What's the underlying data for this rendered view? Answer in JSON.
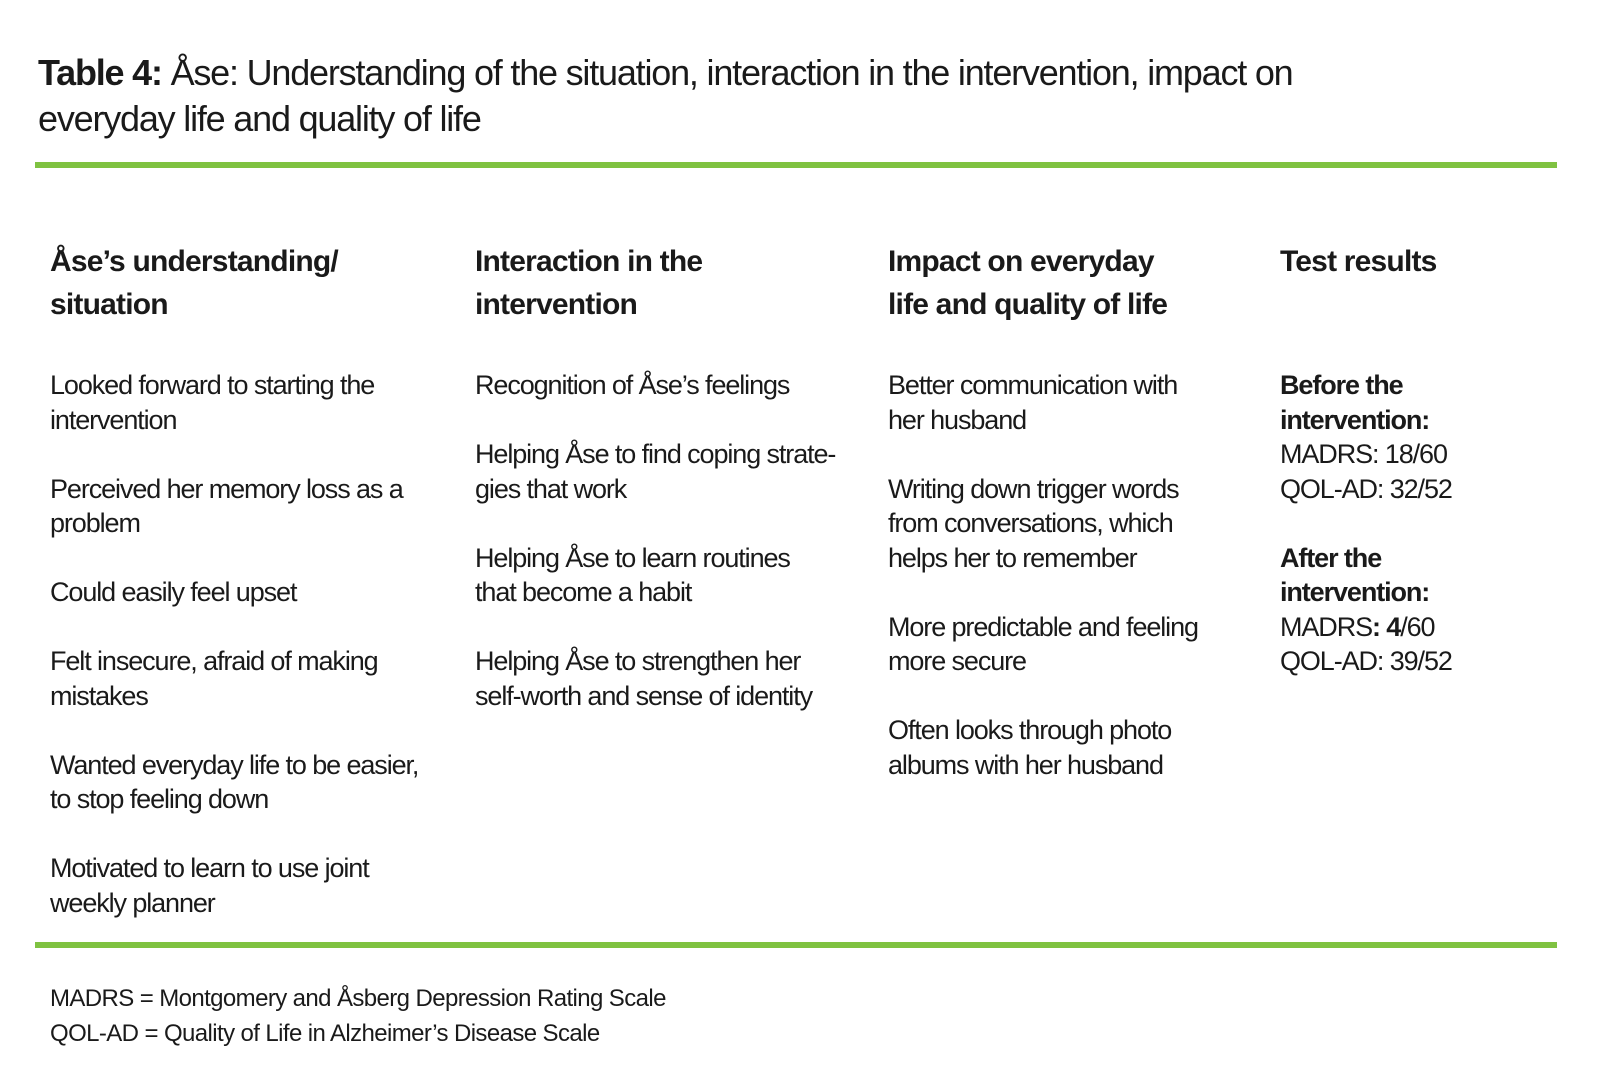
{
  "caption": {
    "label": "Table 4:",
    "text": " Åse: Understanding of the situation, interaction in the intervention, impact on\neveryday life and quality of life"
  },
  "accent_color": "#7FC241",
  "text_color": "#1a1a1a",
  "columns": [
    {
      "id": "understanding",
      "header": "Åse’s understanding/\nsituation",
      "paragraphs": [
        "Looked forward to starting the\nintervention",
        "Perceived her memory loss as a\nproblem",
        "Could easily feel upset",
        "Felt insecure, afraid of making\nmistakes",
        "Wanted everyday life to be easier,\nto stop feeling down",
        "Motivated to learn to use joint\nweekly planner"
      ]
    },
    {
      "id": "interaction",
      "header": "Interaction in the\nintervention",
      "paragraphs": [
        "Recognition of Åse’s feelings",
        "Helping Åse to find coping strate-\ngies that work",
        "Helping Åse to learn routines\nthat become a habit",
        "Helping Åse to strengthen her\nself-worth and sense of identity"
      ]
    },
    {
      "id": "impact",
      "header": "Impact on everyday\nlife and quality of life",
      "paragraphs": [
        "Better communication with\nher husband",
        "Writing down trigger words\nfrom conversations, which\nhelps her to remember",
        "More predictable and feeling\nmore secure",
        "Often looks through photo\nalbums with her husband"
      ]
    },
    {
      "id": "test-results",
      "header": "Test results",
      "result_blocks": [
        {
          "heading": "Before the\nintervention:",
          "lines": [
            {
              "pre": "MADRS: 18/60",
              "bold": "",
              "post": ""
            },
            {
              "pre": "QOL-AD: 32/52",
              "bold": "",
              "post": ""
            }
          ]
        },
        {
          "heading": "After the\nintervention:",
          "lines": [
            {
              "pre": "MADRS",
              "bold": ": 4",
              "post": "/60"
            },
            {
              "pre": "QOL-AD: 39/52",
              "bold": "",
              "post": ""
            }
          ]
        }
      ]
    }
  ],
  "footnotes": [
    "MADRS = Montgomery and Åsberg Depression Rating Scale",
    "QOL-AD = Quality of Life in Alzheimer’s Disease Scale"
  ]
}
